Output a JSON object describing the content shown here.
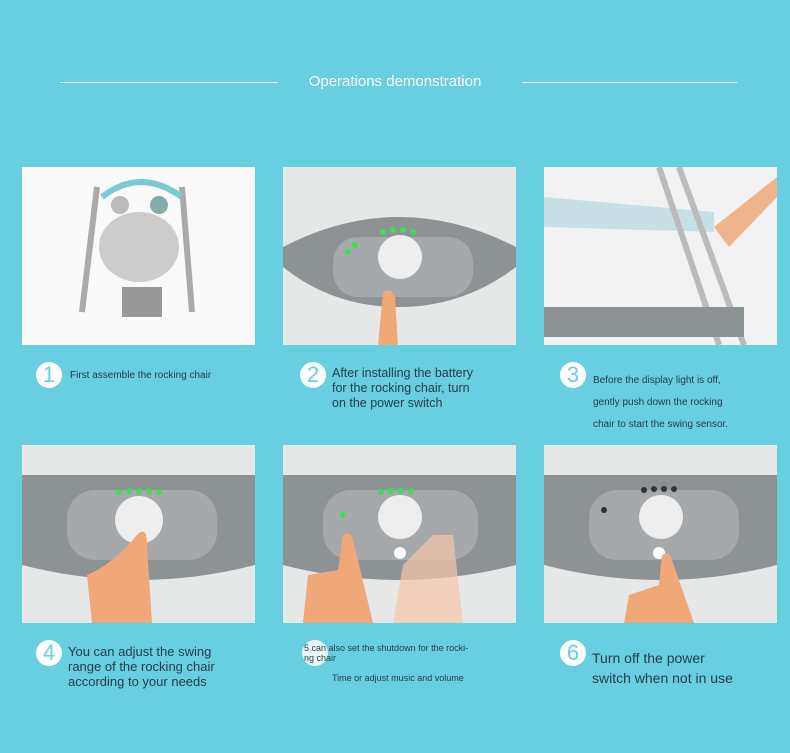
{
  "header": {
    "title": "Operations demonstration"
  },
  "steps": [
    {
      "number": "1",
      "text": "First assemble the rocking chair"
    },
    {
      "number": "2",
      "text": "After installing the battery\nfor the rocking chair, turn\non the power switch"
    },
    {
      "number": "3",
      "text": "Before the display light is off,\ngently push down the rocking\nchair to start the swing sensor."
    },
    {
      "number": "4",
      "text": "You can adjust the swing\nrange of the rocking chair\naccording to your needs"
    },
    {
      "number": "5",
      "text": "5 can also set the shutdown for the rocki-\nng chair",
      "subtext": "Time or adjust music and volume"
    },
    {
      "number": "6",
      "text": "Turn off the power\nswitch when not in use"
    }
  ],
  "colors": {
    "background": "#67cfe0",
    "led_on": "#3ddc5a",
    "led_off": "#333333"
  }
}
